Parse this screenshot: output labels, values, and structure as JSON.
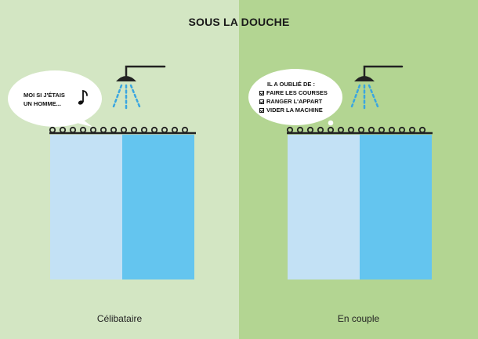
{
  "title": "SOUS LA DOUCHE",
  "left": {
    "caption": "Célibataire",
    "bubble_lines": [
      "MOI SI J'ÉTAIS",
      "UN HOMME..."
    ],
    "note_icon": "music-note-icon"
  },
  "right": {
    "caption": "En couple",
    "bubble_header": "IL A OUBLIÉ DE :",
    "checklist": [
      "FAIRE LES COURSES",
      "RANGER L'APPART",
      "VIDER LA MACHINE"
    ]
  },
  "colors": {
    "bg_left": "#d3e6c3",
    "bg_right": "#b3d592",
    "curtain_light": "#c3e1f5",
    "curtain_dark": "#64c5ef",
    "water": "#3aa6e0"
  }
}
